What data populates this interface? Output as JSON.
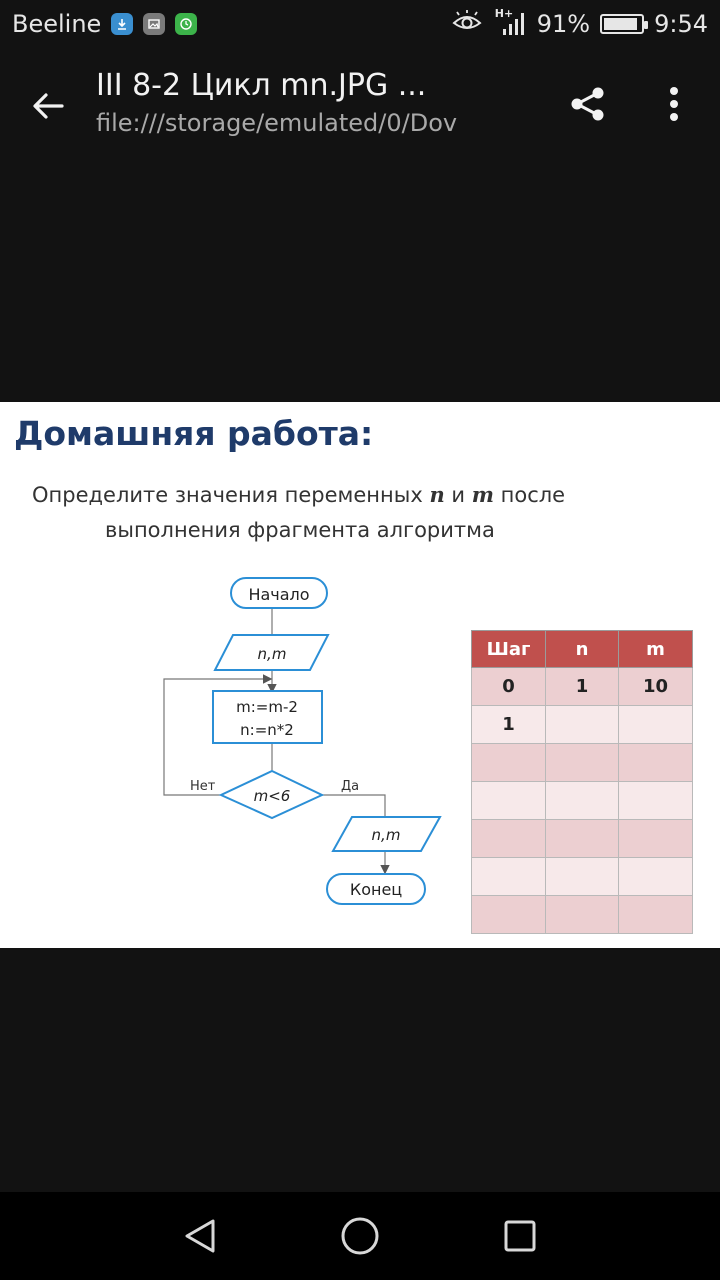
{
  "status_bar": {
    "carrier": "Beeline",
    "battery_percent": "91%",
    "battery_level": 0.91,
    "time": "9:54",
    "network": "H+",
    "icons": [
      "download-icon",
      "gallery-icon",
      "clock-app-icon",
      "eye-icon",
      "signal-icon",
      "battery-icon"
    ]
  },
  "app_bar": {
    "title": "III 8-2 Цикл mn.JPG ...",
    "path": "file:///storage/emulated/0/Dov",
    "icons": [
      "back-arrow-icon",
      "share-icon",
      "more-vert-icon"
    ]
  },
  "image": {
    "heading": "Домашняя работа:",
    "question": {
      "line1_prefix": "Определите значения переменных ",
      "var_n": "n",
      "conj": " и ",
      "var_m": "m",
      "line1_suffix": " после",
      "line2": "выполнения фрагмента алгоритма"
    },
    "flowchart": {
      "start": "Начало",
      "input": "n,m",
      "process_line1": "m:=m-2",
      "process_line2": "n:=n*2",
      "decision": "m<6",
      "branch_no": "Нет",
      "branch_yes": "Да",
      "output": "n,m",
      "end": "Конец"
    },
    "table": {
      "headers": [
        "Шаг",
        "n",
        "m"
      ],
      "rows": [
        [
          "0",
          "1",
          "10"
        ],
        [
          "1",
          "",
          ""
        ],
        [
          "",
          "",
          ""
        ],
        [
          "",
          "",
          ""
        ],
        [
          "",
          "",
          ""
        ],
        [
          "",
          "",
          ""
        ],
        [
          "",
          "",
          ""
        ]
      ]
    }
  },
  "nav_bar": {
    "icons": [
      "nav-back-icon",
      "nav-home-icon",
      "nav-recents-icon"
    ]
  },
  "colors": {
    "app_background": "#121212",
    "heading": "#1f3b6a",
    "table_header": "#c0504d",
    "table_row_dark": "#eccfd1",
    "table_row_light": "#f7e9ea",
    "flow_stroke": "#2b8fd6"
  }
}
